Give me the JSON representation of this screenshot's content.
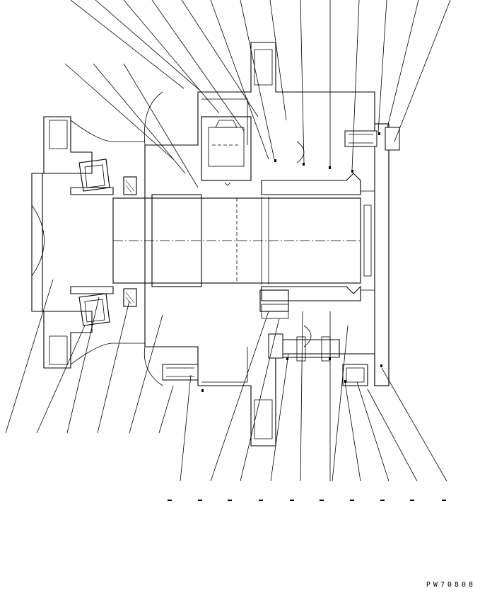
{
  "drawing": {
    "id": "PW70808",
    "top_leaders": 14,
    "left_leaders": 3,
    "bottom_leaders": 16
  }
}
